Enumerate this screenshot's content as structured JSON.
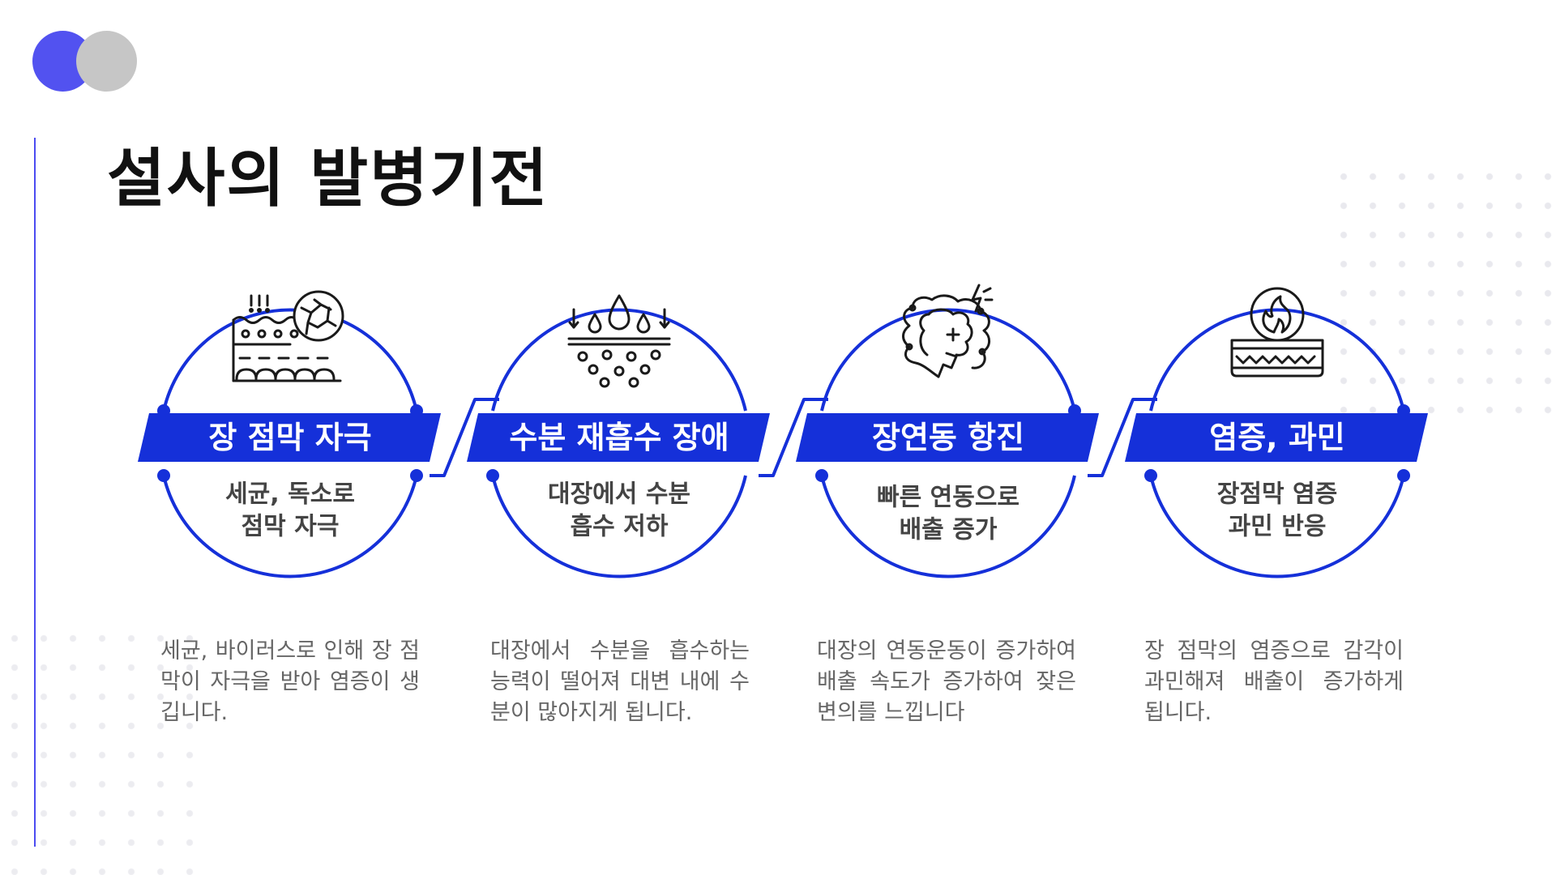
{
  "title": "설사의 발병기전",
  "colors": {
    "accent": "#1530d9",
    "banner": "#1530d9",
    "title": "#111111",
    "desc": "#666666"
  },
  "steps": [
    {
      "label": "장 점막 자극",
      "icon": "intestinal-mucosa-irritation-icon",
      "sub": [
        "세균, 독소로",
        "점막 자극"
      ],
      "desc": "세균, 바이러스로 인해 장 점막이 자극을 받아 염증이 생깁니다."
    },
    {
      "label": "수분 재흡수 장애",
      "icon": "water-absorption-icon",
      "sub": [
        "대장에서 수분",
        "흡수 저하"
      ],
      "desc": "대장에서 수분을 흡수하는 능력이 떨어져 대변 내에 수분이 많아지게 됩니다."
    },
    {
      "label": "장연동 항진",
      "icon": "colon-icon",
      "sub": [
        "빠른 연동으로",
        "배출 증가"
      ],
      "desc": "대장의 연동운동이 증가하여 배출 속도가 증가하여 잦은 변의를 느낍니다"
    },
    {
      "label": "염증, 과민",
      "icon": "inflammation-icon",
      "sub": [
        "장점막 염증",
        "과민 반응"
      ],
      "desc": "장 점막의 염증으로 감각이 과민해져 배출이 증가하게 됩니다."
    }
  ]
}
